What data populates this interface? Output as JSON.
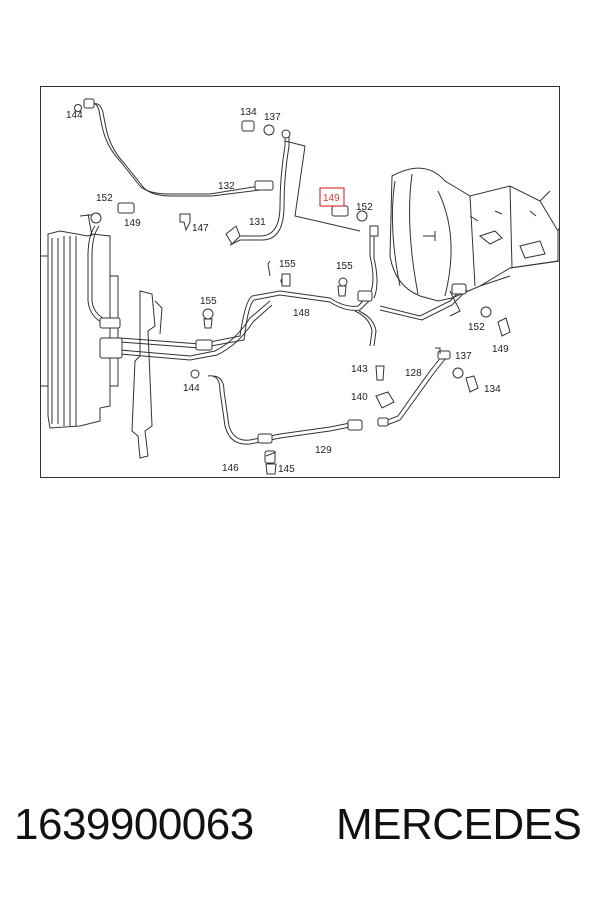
{
  "diagram": {
    "callouts": {
      "c144a": "144",
      "c134a": "134",
      "c137a": "137",
      "c132": "132",
      "c152a": "152",
      "c149a": "149",
      "c147": "147",
      "c131": "131",
      "c149hl": "149",
      "c152b": "152",
      "c155a": "155",
      "c155b": "155",
      "c155c": "155",
      "c148": "148",
      "c152c": "152",
      "c149b": "149",
      "c137b": "137",
      "c143": "143",
      "c128": "128",
      "c134b": "134",
      "c140": "140",
      "c144b": "144",
      "c129": "129",
      "c146": "146",
      "c145": "145"
    },
    "highlight_color": "#e23a3a"
  },
  "caption": {
    "part_number": "1639900063",
    "brand": "MERCEDES"
  }
}
